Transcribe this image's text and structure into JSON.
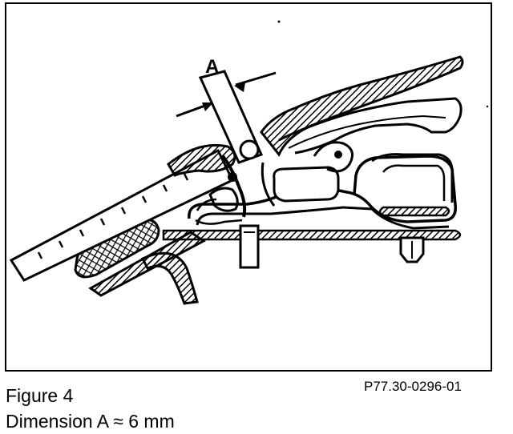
{
  "figure": {
    "caption": "Figure 4",
    "dimension_text": "Dimension A ≈ 6 mm",
    "reference": "P77.30-0296-01",
    "dimension_label": "A"
  }
}
